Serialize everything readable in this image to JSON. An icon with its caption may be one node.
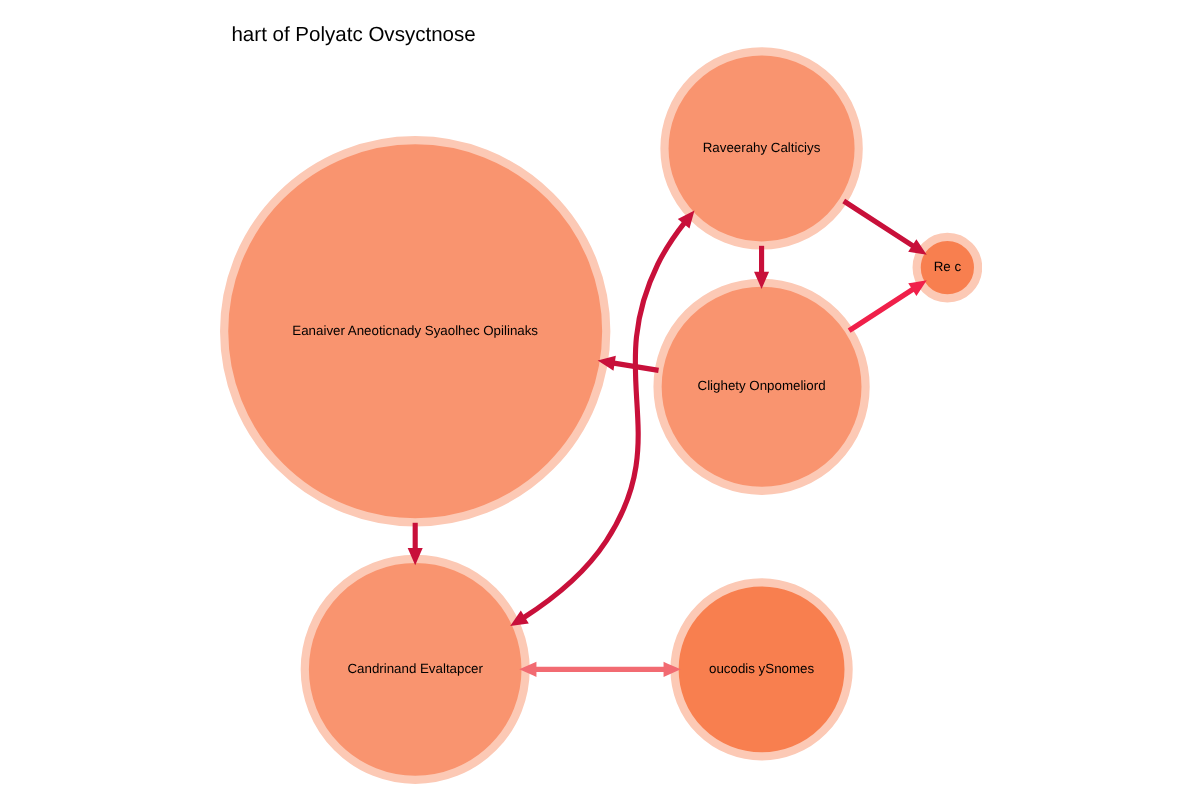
{
  "diagram": {
    "title": "hart of Polyatc Ovsyctnose",
    "nodes": [
      {
        "text": [
          "oucodis ySnomes"
        ]
      },
      {
        "text": [
          "Candrinand Evaltapcer"
        ]
      },
      {
        "text": [
          "Raveerahy Calticiys"
        ]
      },
      {
        "text": [
          "Eanaiver Aneoticnady Syaolhec Opilinaks"
        ]
      },
      {
        "text": [
          "Clighety Onpomeliord"
        ]
      },
      {
        "text": [
          "Re c"
        ]
      }
    ],
    "edges": [
      {
        "from": 1,
        "to": 0,
        "arrow": "both",
        "color": "#f26b72"
      },
      {
        "from": 1,
        "to": 2,
        "arrow": "both"
      },
      {
        "from": 2,
        "to": 5,
        "arrow": "to"
      },
      {
        "from": 2,
        "to": 4,
        "arrow": "to"
      },
      {
        "from": 3,
        "to": 1,
        "arrow": "to"
      },
      {
        "from": 4,
        "to": 3,
        "arrow": "to"
      },
      {
        "from": 4,
        "to": 5,
        "arrow": "to",
        "color": "#f0204a"
      }
    ]
  }
}
